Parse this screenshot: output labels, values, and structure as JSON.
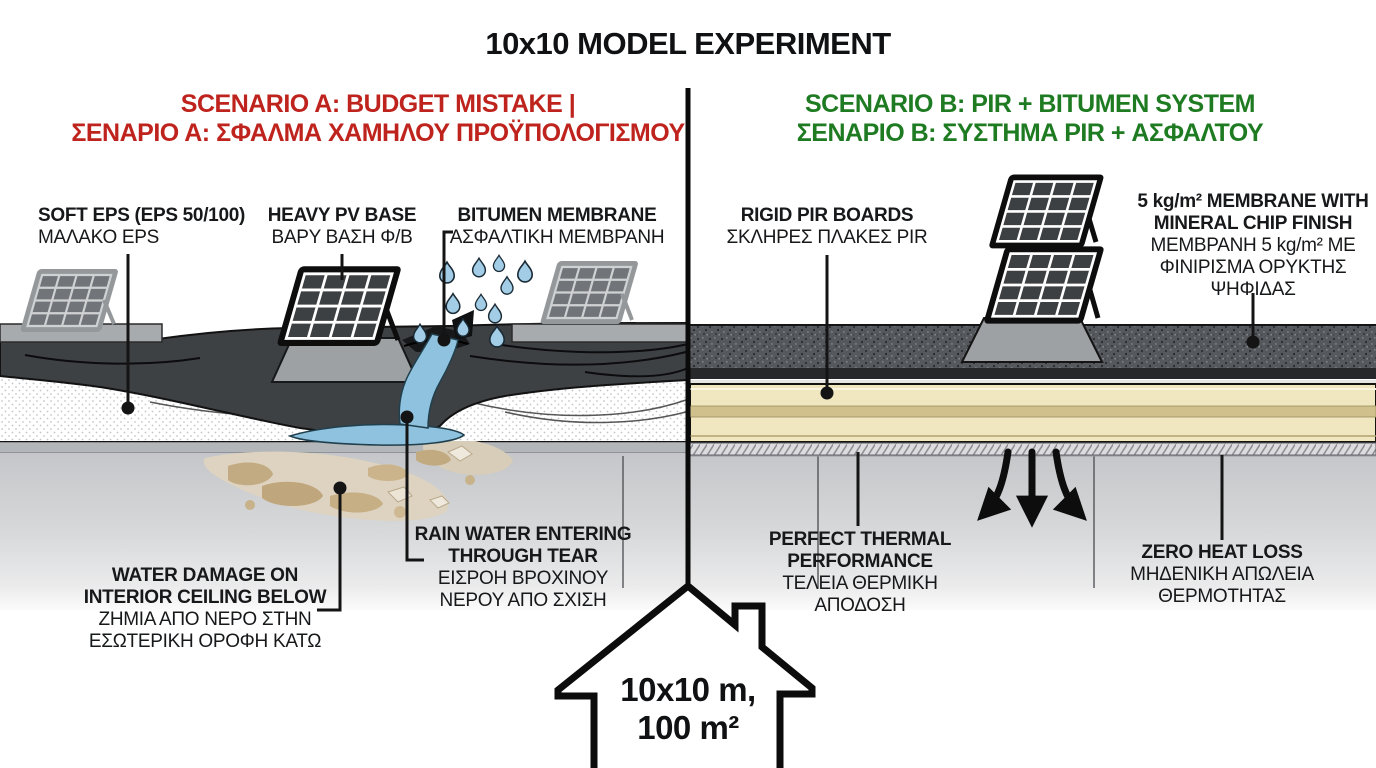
{
  "title": "10x10 MODEL EXPERIMENT",
  "scenario_a": {
    "line1": "SCENARIO A: BUDGET MISTAKE |",
    "line2": "ΣΕΝΑΡΙΟ Α: ΣΦΑΛΜΑ ΧΑΜΗΛΟΥ ΠΡΟΫΠΟΛΟΓΙΣΜΟΥ",
    "color": "#bf231d"
  },
  "scenario_b": {
    "line1": "SCENARIO B: PIR + BITUMEN SYSTEM",
    "line2": "ΣΕΝΑΡΙΟ Β: ΣΥΣΤΗΜΑ PIR + ΑΣΦΑΛΤΟΥ",
    "color": "#1e7b22"
  },
  "labels": {
    "soft_eps": {
      "en": "SOFT EPS (EPS 50/100)",
      "gr": "ΜΑΛΑΚΟ EPS"
    },
    "pv_base": {
      "en": "HEAVY PV BASE",
      "gr": "ΒΑΡΥ ΒΑΣΗ Φ/Β"
    },
    "bitumen": {
      "en": "BITUMEN MEMBRANE",
      "gr": "ΑΣΦΑΛΤΙΚΗ ΜΕΜΒΡΑΝΗ"
    },
    "pir": {
      "en": "RIGID PIR BOARDS",
      "gr": "ΣΚΛΗΡΕΣ ΠΛΑΚΕΣ PIR"
    },
    "membrane5": {
      "en1": "5 kg/m² MEMBRANE WITH",
      "en2": "MINERAL CHIP FINISH",
      "gr1": "ΜΕΜΒΡΑΝΗ 5 kg/m² ΜΕ",
      "gr2": "ΦΙΝΙΡΙΣΜΑ ΟΡΥΚΤΗΣ ΨΗΦΙΔΑΣ"
    },
    "water_damage": {
      "en1": "WATER DAMAGE ON",
      "en2": "INTERIOR CEILING BELOW",
      "gr1": "ΖΗΜΙΑ ΑΠΟ ΝΕΡΟ ΣΤΗΝ",
      "gr2": "ΕΣΩΤΕΡΙΚΗ ΟΡΟΦΗ ΚΑΤΩ"
    },
    "rain_water": {
      "en1": "RAIN WATER ENTERING",
      "en2": "THROUGH TEAR",
      "gr1": "ΕΙΣΡΟΗ ΒΡΟΧΙΝΟΥ",
      "gr2": "ΝΕΡΟΥ ΑΠΟ ΣΧΙΣΗ"
    },
    "thermal": {
      "en1": "PERFECT THERMAL",
      "en2": "PERFORMANCE",
      "gr": "ΤΕΛΕΙΑ ΘΕΡΜΙΚΗ ΑΠΟΔΟΣΗ"
    },
    "heat_loss": {
      "en": "ZERO HEAT LOSS",
      "gr1": "ΜΗΔΕΝΙΚΗ ΑΠΩΛΕΙΑ",
      "gr2": "ΘΕΡΜΟΤΗΤΑΣ"
    }
  },
  "house": {
    "line1": "10x10 m,",
    "line2": "100 m²"
  },
  "icons": {
    "solar_panel": "pv-panel-icon",
    "rain_drop": "rain-drop-icon",
    "heat_arrow": "down-arrow-icon",
    "house": "house-icon"
  },
  "colors": {
    "background": "#ffffff",
    "scenario_a_red": "#bf231d",
    "scenario_b_green": "#1e7b22",
    "membrane_dark": "#3e4144",
    "mineral_membrane_gray": "#55585c",
    "pir_cream": "#f0e7c0",
    "pir_tan_band": "#cfc08c",
    "water_blue": "#8fc2de",
    "stain_tan": "#c2ab82",
    "deck_gray": "#b4b7ba"
  }
}
